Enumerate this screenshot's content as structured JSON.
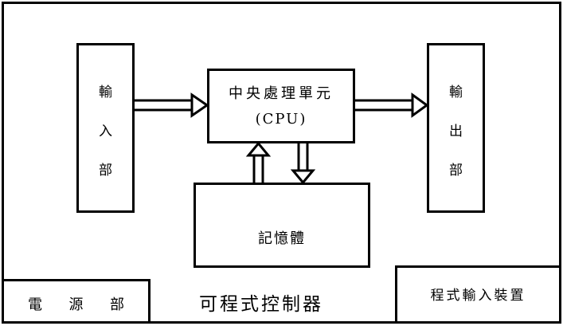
{
  "diagram": {
    "input_unit": [
      "輸",
      "入",
      "部"
    ],
    "output_unit": [
      "輸",
      "出",
      "部"
    ],
    "cpu_title": "中央處理單元",
    "cpu_abbr": "(CPU)",
    "memory": "記憶體",
    "power_supply": [
      "電",
      "源",
      "部"
    ],
    "controller": "可程式控制器",
    "programmer": "程式輸入裝置"
  }
}
